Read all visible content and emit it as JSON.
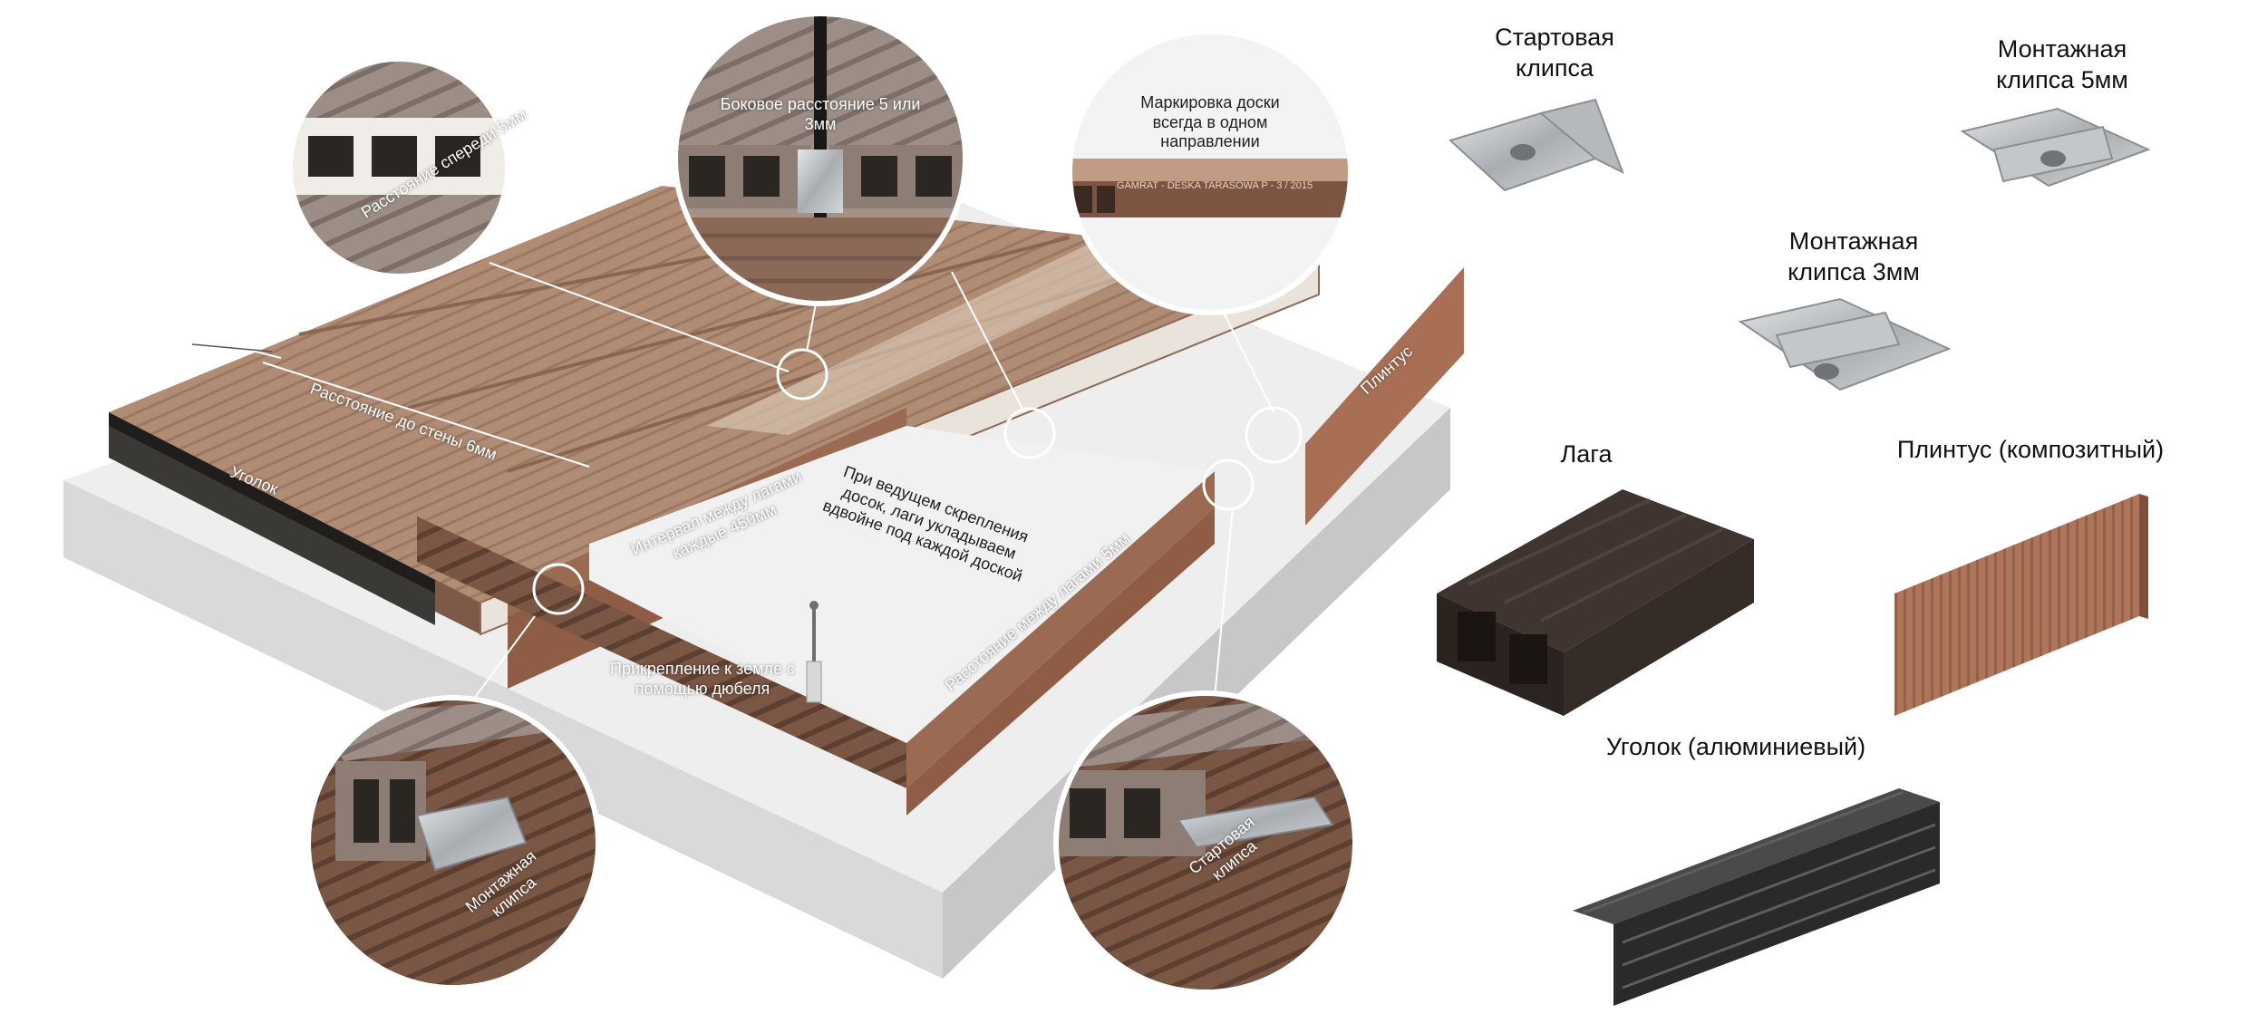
{
  "labels": {
    "front_gap": "Расстояние спереди 5мм",
    "side_gap": "Боковое расстояние  5 или\n3мм",
    "marking": "Маркировка доски\nвсегда в одном\nнаправлении",
    "stamp": "GAMRAT - DESKA TARASOWA P - 3 / 2015",
    "wall_gap": "Расстояние до стены 6мм",
    "corner": "Уголок",
    "plinth": "Плинтус",
    "joist_interval": "Интервал между лагами\nкаждые 450мм",
    "double_joists": "При ведущем скрепления\nдосок, лаги укладываем\nвдвойне под каждой доской",
    "joist_gap": "Расстояние между лагами 5мм",
    "anchor": "Прикрепление к земле с\nпомощью дюбеля",
    "mount_clip": "Монтажная\nклипса",
    "start_clip": "Стартовая\nклипса"
  },
  "parts": {
    "start_clip": "Стартовая\nклипса",
    "mount_clip_5": "Монтажная\nклипса 5мм",
    "mount_clip_3": "Монтажная\nклипса 3мм",
    "joist": "Лага",
    "plinth": "Плинтус (композитный)",
    "corner": "Уголок (алюминиевый)"
  },
  "colors": {
    "board": "#b08c74",
    "board_dark": "#9a7560",
    "joist": "#8f5d45",
    "corner_dark": "#3a3936",
    "plinth": "#a86f55",
    "base": "#eeeeee"
  }
}
